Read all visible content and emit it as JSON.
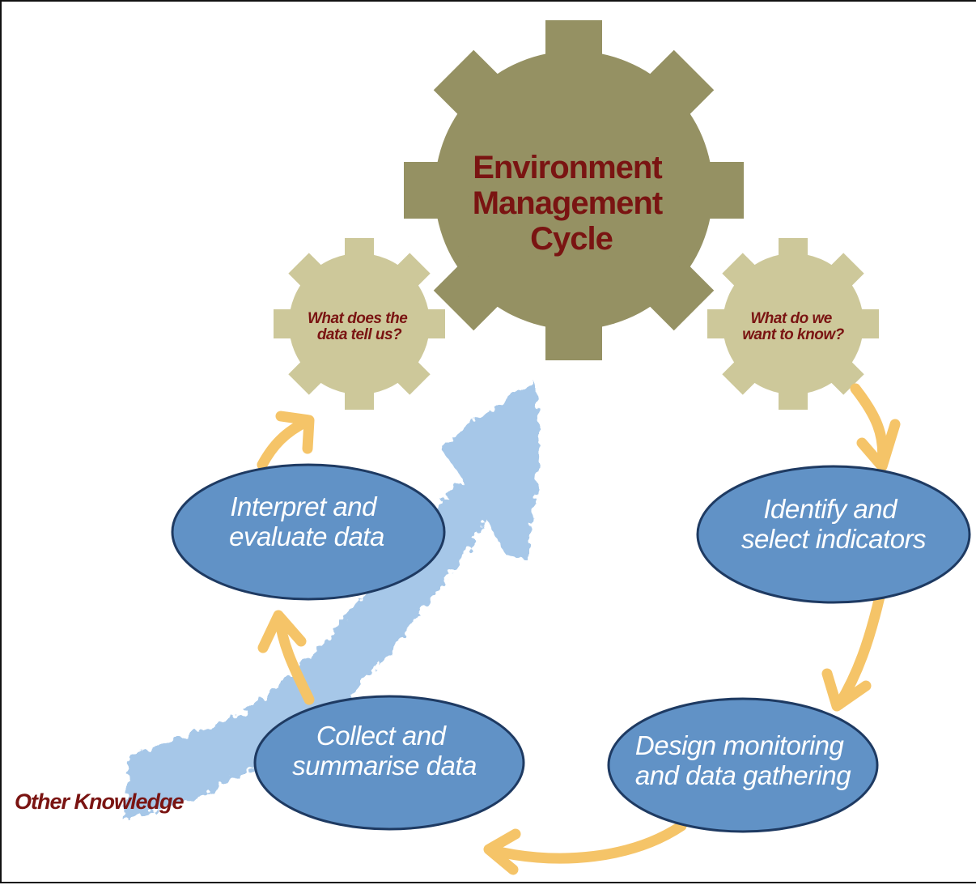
{
  "diagram": {
    "center_gear": {
      "lines": [
        "Environment",
        "Management",
        "Cycle"
      ]
    },
    "left_gear": {
      "lines": [
        "What does the",
        "data tell us?"
      ]
    },
    "right_gear": {
      "lines": [
        "What do we",
        "want to know?"
      ]
    },
    "steps": [
      {
        "lines": [
          "Interpret and",
          "evaluate data"
        ]
      },
      {
        "lines": [
          "Identify and",
          "select indicators"
        ]
      },
      {
        "lines": [
          "Collect and",
          "summarise data"
        ]
      },
      {
        "lines": [
          "Design monitoring",
          "and data gathering"
        ]
      }
    ],
    "side_label": "Other Knowledge"
  },
  "colors": {
    "big_gear": "#959163",
    "small_gear": "#cdc89a",
    "ellipse_fill": "#6192c6",
    "ellipse_stroke": "#1e3a62",
    "arrow_orange": "#f5c468",
    "arrow_blue": "#a6c7e8",
    "text_dark_red": "#7a1412"
  }
}
